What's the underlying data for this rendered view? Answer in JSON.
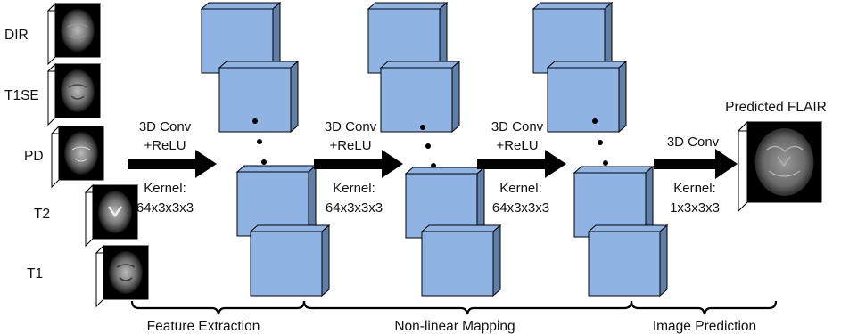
{
  "inputs": [
    {
      "label": "DIR"
    },
    {
      "label": "T1SE"
    },
    {
      "label": "PD"
    },
    {
      "label": "T2"
    },
    {
      "label": "T1"
    }
  ],
  "stages": [
    {
      "op_line1": "3D Conv",
      "op_line2": "+ReLU",
      "kernel_label": "Kernel:",
      "kernel_size": "64x3x3x3"
    },
    {
      "op_line1": "3D Conv",
      "op_line2": "+ReLU",
      "kernel_label": "Kernel:",
      "kernel_size": "64x3x3x3"
    },
    {
      "op_line1": "3D Conv",
      "op_line2": "+ReLU",
      "kernel_label": "Kernel:",
      "kernel_size": "64x3x3x3"
    },
    {
      "op_line1": "3D Conv",
      "op_line2": "",
      "kernel_label": "Kernel:",
      "kernel_size": "1x3x3x3"
    }
  ],
  "output": {
    "label": "Predicted FLAIR"
  },
  "phases": [
    {
      "label": "Feature Extraction"
    },
    {
      "label": "Non-linear Mapping"
    },
    {
      "label": "Image Prediction"
    }
  ],
  "colors": {
    "feature_map_fill": "#8fb4e3",
    "feature_map_side": "#5f7fa8",
    "arrow": "#000000",
    "text": "#111111"
  }
}
